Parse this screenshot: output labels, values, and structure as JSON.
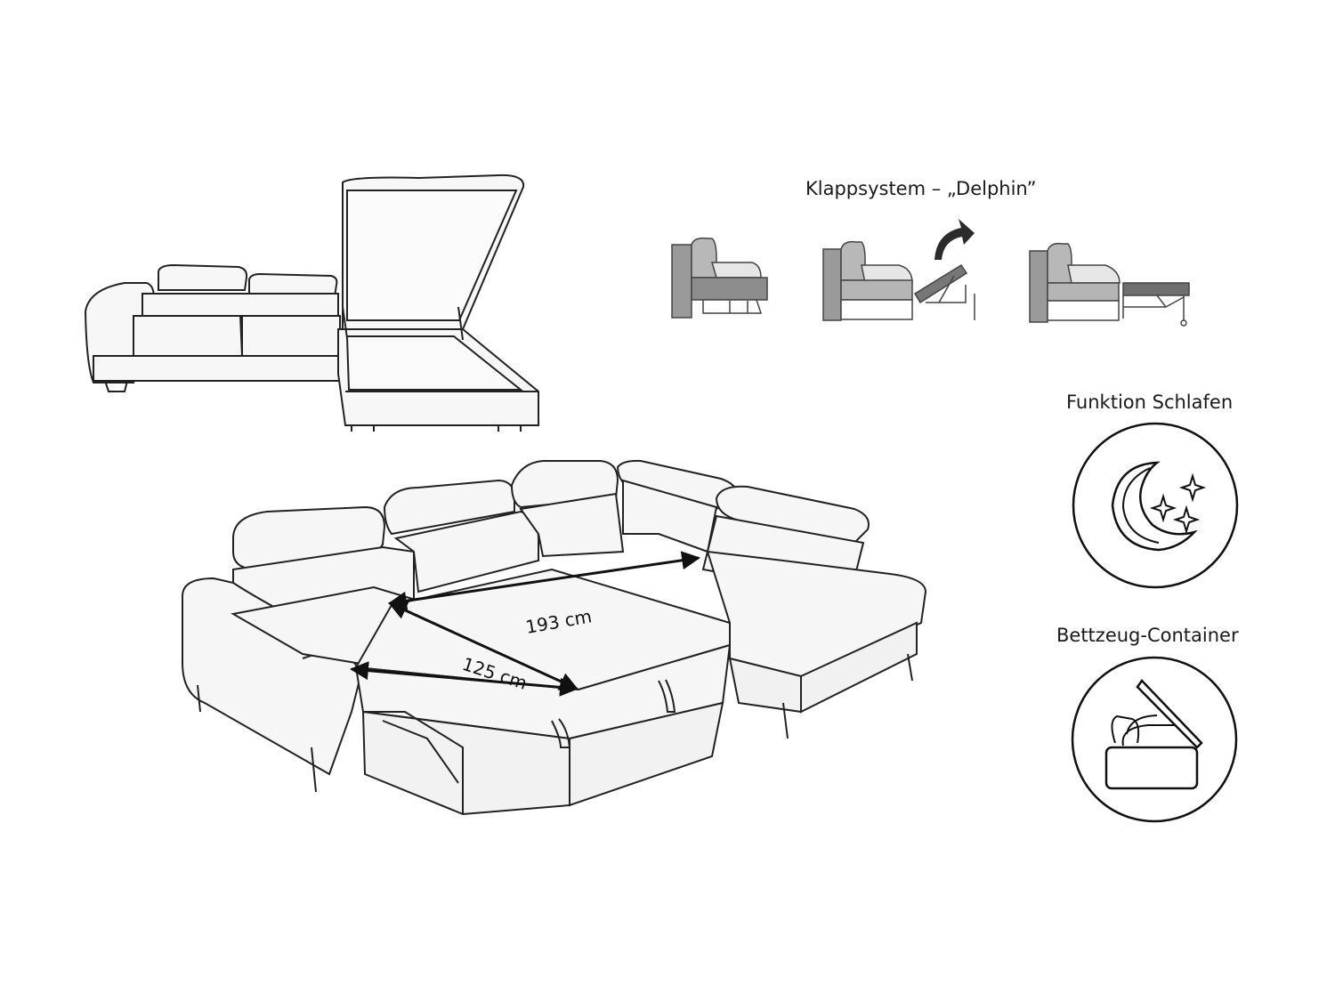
{
  "folding": {
    "title": "Klappsystem – „Delphin”"
  },
  "features": {
    "sleep": {
      "title": "Funktion Schlafen",
      "icon": "moon-stars-icon"
    },
    "storage": {
      "title": "Bettzeug-Container",
      "icon": "bedding-container-icon"
    }
  },
  "dimensions": {
    "length": "193 cm",
    "width": "125 cm"
  },
  "colors": {
    "line": "#222222",
    "fill_light": "#f4f4f4",
    "gray": "#8a8a8a"
  }
}
